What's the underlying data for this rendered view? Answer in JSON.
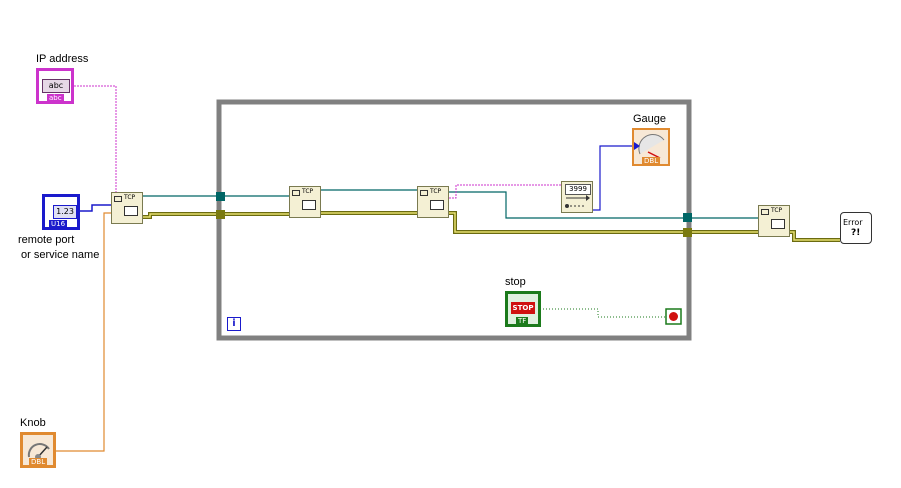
{
  "controls": {
    "ip_address": {
      "label": "IP address",
      "type_text": "abc",
      "repr": "abc"
    },
    "remote_port": {
      "label_line1": "remote port",
      "label_line2": " or service name",
      "type_text": "1.23",
      "repr": "U16"
    },
    "knob": {
      "label": "Knob",
      "repr": "DBL"
    },
    "stop": {
      "label": "stop",
      "button_text": "STOP",
      "repr": "TF"
    }
  },
  "indicators": {
    "gauge": {
      "label": "Gauge",
      "repr": "DBL"
    },
    "error": {
      "text": "Error"
    }
  },
  "functions": {
    "open": {
      "name": "TCP"
    },
    "write": {
      "name": "TCP"
    },
    "read": {
      "name": "TCP"
    },
    "close": {
      "name": "TCP"
    },
    "convert": {
      "name": "3999"
    }
  },
  "loop": {
    "iteration_terminal": "i"
  },
  "colors": {
    "string_wire": "#cc33cc",
    "numeric_wire": "#1a1acc",
    "dbl_wire": "#e08a30",
    "refnum_wire": "#006666",
    "error_wire": "#7a7a10",
    "bool_wire": "#1b7a1b",
    "loop_border": "#808080"
  }
}
